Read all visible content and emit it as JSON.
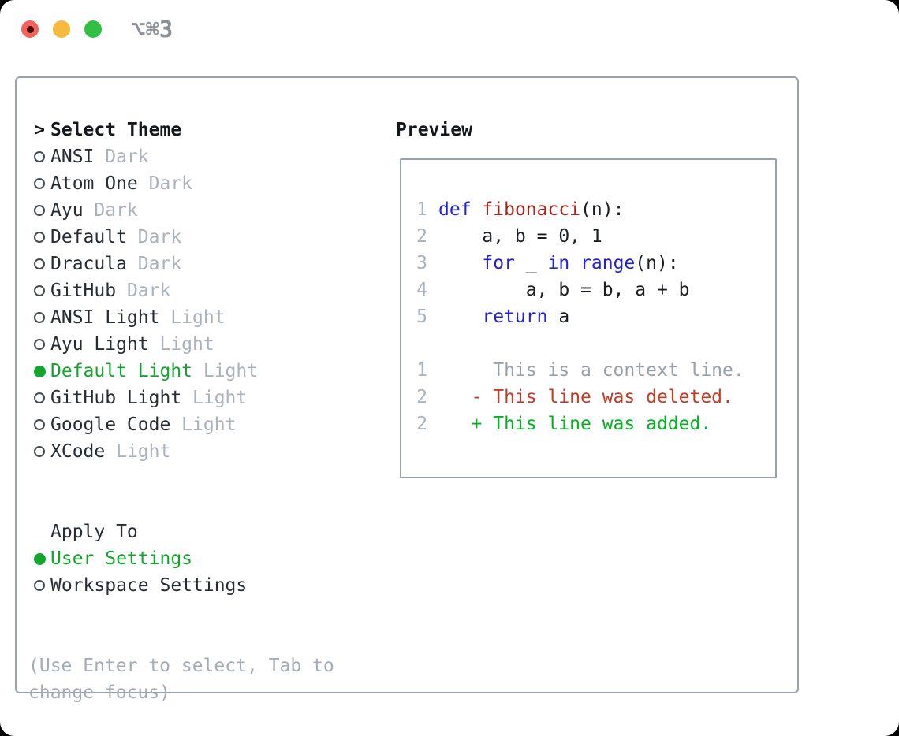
{
  "titlebar": {
    "shortcut": "⌥⌘3"
  },
  "theme_picker": {
    "title_marker": ">",
    "title": "Select Theme",
    "options": [
      {
        "name": "ANSI",
        "variant": "Dark",
        "selected": false
      },
      {
        "name": "Atom One",
        "variant": "Dark",
        "selected": false
      },
      {
        "name": "Ayu",
        "variant": "Dark",
        "selected": false
      },
      {
        "name": "Default",
        "variant": "Dark",
        "selected": false
      },
      {
        "name": "Dracula",
        "variant": "Dark",
        "selected": false
      },
      {
        "name": "GitHub",
        "variant": "Dark",
        "selected": false
      },
      {
        "name": "ANSI Light",
        "variant": "Light",
        "selected": false
      },
      {
        "name": "Ayu Light",
        "variant": "Light",
        "selected": false
      },
      {
        "name": "Default Light",
        "variant": "Light",
        "selected": true
      },
      {
        "name": "GitHub Light",
        "variant": "Light",
        "selected": false
      },
      {
        "name": "Google Code",
        "variant": "Light",
        "selected": false
      },
      {
        "name": "XCode",
        "variant": "Light",
        "selected": false
      }
    ]
  },
  "apply_to": {
    "title": "Apply To",
    "options": [
      {
        "name": "User Settings",
        "selected": true
      },
      {
        "name": "Workspace Settings",
        "selected": false
      }
    ]
  },
  "hint_lines": [
    "(Use Enter to select, Tab to",
    "change focus)"
  ],
  "preview": {
    "title": "Preview",
    "lines": [
      {
        "num": "1",
        "tokens": [
          {
            "text": "def",
            "style": "keyword"
          },
          {
            "text": " "
          },
          {
            "text": "fibonacci",
            "style": "function"
          },
          {
            "text": "(n):"
          }
        ]
      },
      {
        "num": "2",
        "tokens": [
          {
            "text": "    a, b = 0, 1"
          }
        ]
      },
      {
        "num": "3",
        "tokens": [
          {
            "text": "    "
          },
          {
            "text": "for",
            "style": "keyword"
          },
          {
            "text": " _ "
          },
          {
            "text": "in",
            "style": "keyword"
          },
          {
            "text": " "
          },
          {
            "text": "range",
            "style": "keyword"
          },
          {
            "text": "(n):"
          }
        ]
      },
      {
        "num": "4",
        "tokens": [
          {
            "text": "        a, b = b, a + b"
          }
        ]
      },
      {
        "num": "5",
        "tokens": [
          {
            "text": "    "
          },
          {
            "text": "return",
            "style": "keyword"
          },
          {
            "text": " a"
          }
        ]
      },
      {
        "num": "",
        "tokens": []
      },
      {
        "num": "1",
        "tokens": [
          {
            "text": "     This is a context line.",
            "style": "context"
          }
        ]
      },
      {
        "num": "2",
        "tokens": [
          {
            "text": "   - This line was deleted.",
            "style": "deleted"
          }
        ]
      },
      {
        "num": "2",
        "tokens": [
          {
            "text": "   + This line was added.",
            "style": "added"
          }
        ]
      }
    ]
  },
  "colors": {
    "keyword": "#2222dd",
    "function": "#a8231a",
    "deleted": "#c63a22",
    "added": "#00b41f",
    "context": "#98a1ab",
    "selected": "#12a62d"
  }
}
